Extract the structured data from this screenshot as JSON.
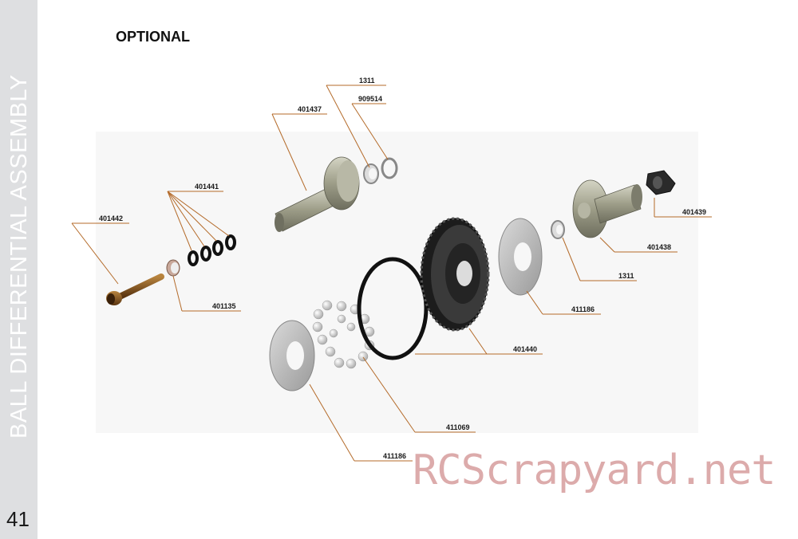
{
  "sidebar": {
    "section_title": "BALL DIFFERENTIAL ASSEMBLY",
    "page_number": "41"
  },
  "heading": "OPTIONAL",
  "parts": {
    "p401437": "401437",
    "p1311_top": "1311",
    "p909514": "909514",
    "p401441": "401441",
    "p401442": "401442",
    "p401135": "401135",
    "p401439": "401439",
    "p401438": "401438",
    "p1311_right": "1311",
    "p411186_right": "411186",
    "p401440": "401440",
    "p411069": "411069",
    "p411186_bottom": "411186"
  },
  "watermark": "RCScrapyard.net",
  "colors": {
    "leader": "#b46b2a",
    "sidebar": "#dedfe1",
    "part_metal": "#9a9a86",
    "part_dark": "#2a2a2a"
  }
}
